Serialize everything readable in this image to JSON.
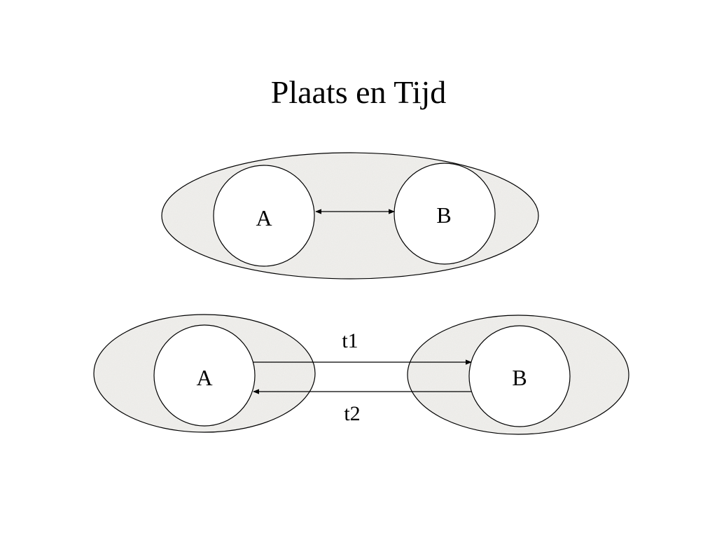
{
  "slide": {
    "title": "Plaats en Tijd"
  },
  "top_diagram": {
    "left_node": "A",
    "right_node": "B"
  },
  "bottom_diagram": {
    "left_node": "A",
    "right_node": "B",
    "forward_label": "t1",
    "return_label": "t2"
  },
  "colors": {
    "region_fill": "#ecebe8",
    "node_fill": "#ffffff",
    "stroke": "#000000"
  }
}
